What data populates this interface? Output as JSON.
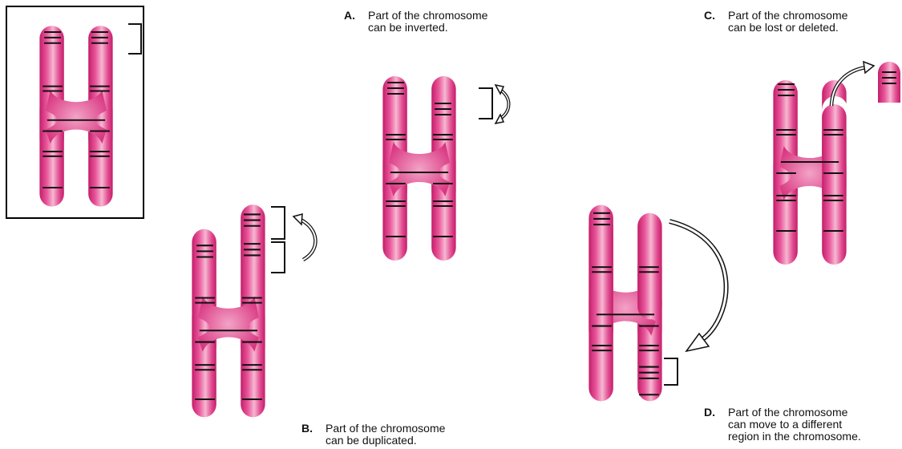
{
  "captions": {
    "a": {
      "letter": "A.",
      "line1": "Part of the chromosome",
      "line2": "can be inverted."
    },
    "b": {
      "letter": "B.",
      "line1": "Part of the chromosome",
      "line2": "can be duplicated."
    },
    "c": {
      "letter": "C.",
      "line1": "Part of the chromosome",
      "line2": "can be lost or deleted."
    },
    "d": {
      "letter": "D.",
      "line1": "Part of the chromosome",
      "line2": "can move to a different",
      "line3": "region in the chromosome."
    }
  },
  "colors": {
    "chromosome_light": "#f6b8d2",
    "chromosome_mid": "#e9579b",
    "chromosome_dark": "#c41e6a",
    "band": "#111111",
    "frame": "#000000"
  }
}
